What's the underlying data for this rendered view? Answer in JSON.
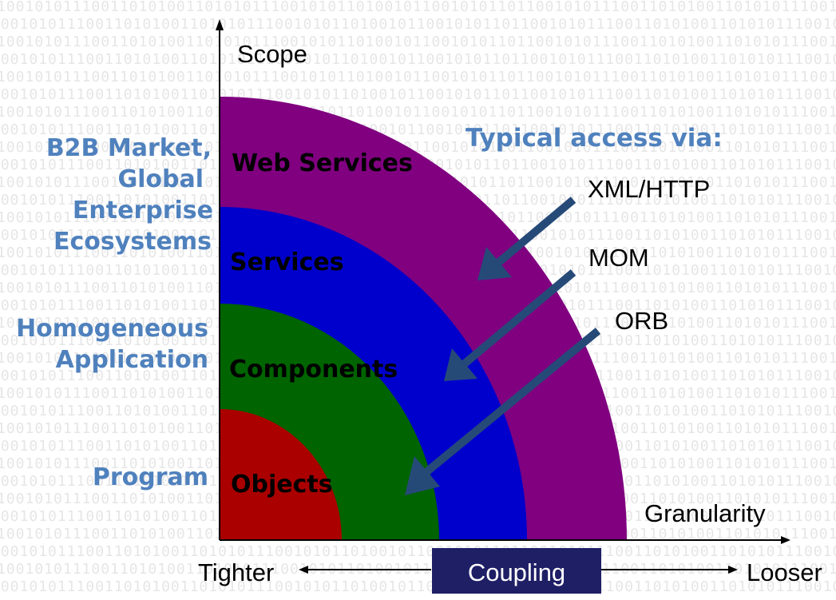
{
  "axes": {
    "y_label": "Scope",
    "x_label": "Granularity"
  },
  "rings": [
    {
      "label": "Web Services",
      "color": "#800080"
    },
    {
      "label": "Services",
      "color": "#0000cc"
    },
    {
      "label": "Components",
      "color": "#006400"
    },
    {
      "label": "Objects",
      "color": "#aa0000"
    }
  ],
  "scope_levels": {
    "color": "#4f81bd",
    "b2b": [
      "B2B Market,",
      "Global",
      "Enterprise",
      "Ecosystems"
    ],
    "homogeneous": [
      "Homogeneous",
      "Application"
    ],
    "program": "Program"
  },
  "access": {
    "title": "Typical access via:",
    "title_color": "#4f81bd",
    "arrow_color": "#264a78",
    "items": [
      "XML/HTTP",
      "MOM",
      "ORB"
    ]
  },
  "coupling": {
    "left": "Tighter",
    "center": "Coupling",
    "right": "Looser",
    "box_color": "#1f1f66"
  }
}
